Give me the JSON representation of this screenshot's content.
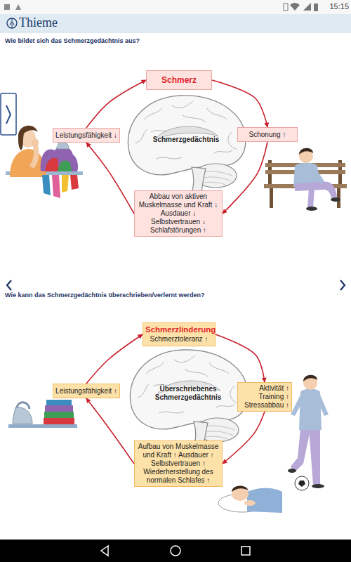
{
  "diagram": {
    "nodes": [
      {
        "text": [
          "Schmerz"
        ]
      },
      {
        "text": [
          "Schonung ↑"
        ]
      },
      {
        "text": [
          "Abbau von aktiven Muskelmasse und Kraft ↓ Ausdauer ↓ Selbstvertrauen ↓ Schlafstörungen ↑"
        ]
      },
      {
        "text": [
          "Leistungsfähigkeit ↓"
        ]
      },
      {
        "text": [
          "Schmerzlinderung",
          "Schmerztoleranz ↑"
        ]
      },
      {
        "text": [
          "Aktivität ↑ Training ↑ Stressabbau ↑"
        ]
      },
      {
        "text": [
          "Aufbau von Muskelmasse und Kraft ↑ Ausdauer ↑ Selbstvertrauen ↑ Wiederherstellung des normalen Schlafes ↑"
        ]
      },
      {
        "text": [
          "Leistungsfähigkeit ↑"
        ]
      }
    ],
    "edges": [
      {
        "from": 0,
        "to": 1,
        "arrow": "to"
      },
      {
        "from": 1,
        "to": 2,
        "arrow": "to"
      },
      {
        "from": 2,
        "to": 3,
        "arrow": "to"
      },
      {
        "from": 3,
        "to": 0,
        "arrow": "to"
      },
      {
        "from": 4,
        "to": 5,
        "arrow": "to"
      },
      {
        "from": 5,
        "to": 6,
        "arrow": "to"
      },
      {
        "from": 6,
        "to": 7,
        "arrow": "to"
      },
      {
        "from": 7,
        "to": 4,
        "arrow": "to"
      }
    ],
    "labels": [
      "15:15",
      "Thieme",
      "Wie bildet sich das Schmerzgedächtnis aus?",
      "Schmerzgedächtnis",
      "Wie kann das Schmerzgedächtnis überschrieben/verlernt werden?",
      "Überschriebenes Schmerzgedächtnis"
    ]
  }
}
